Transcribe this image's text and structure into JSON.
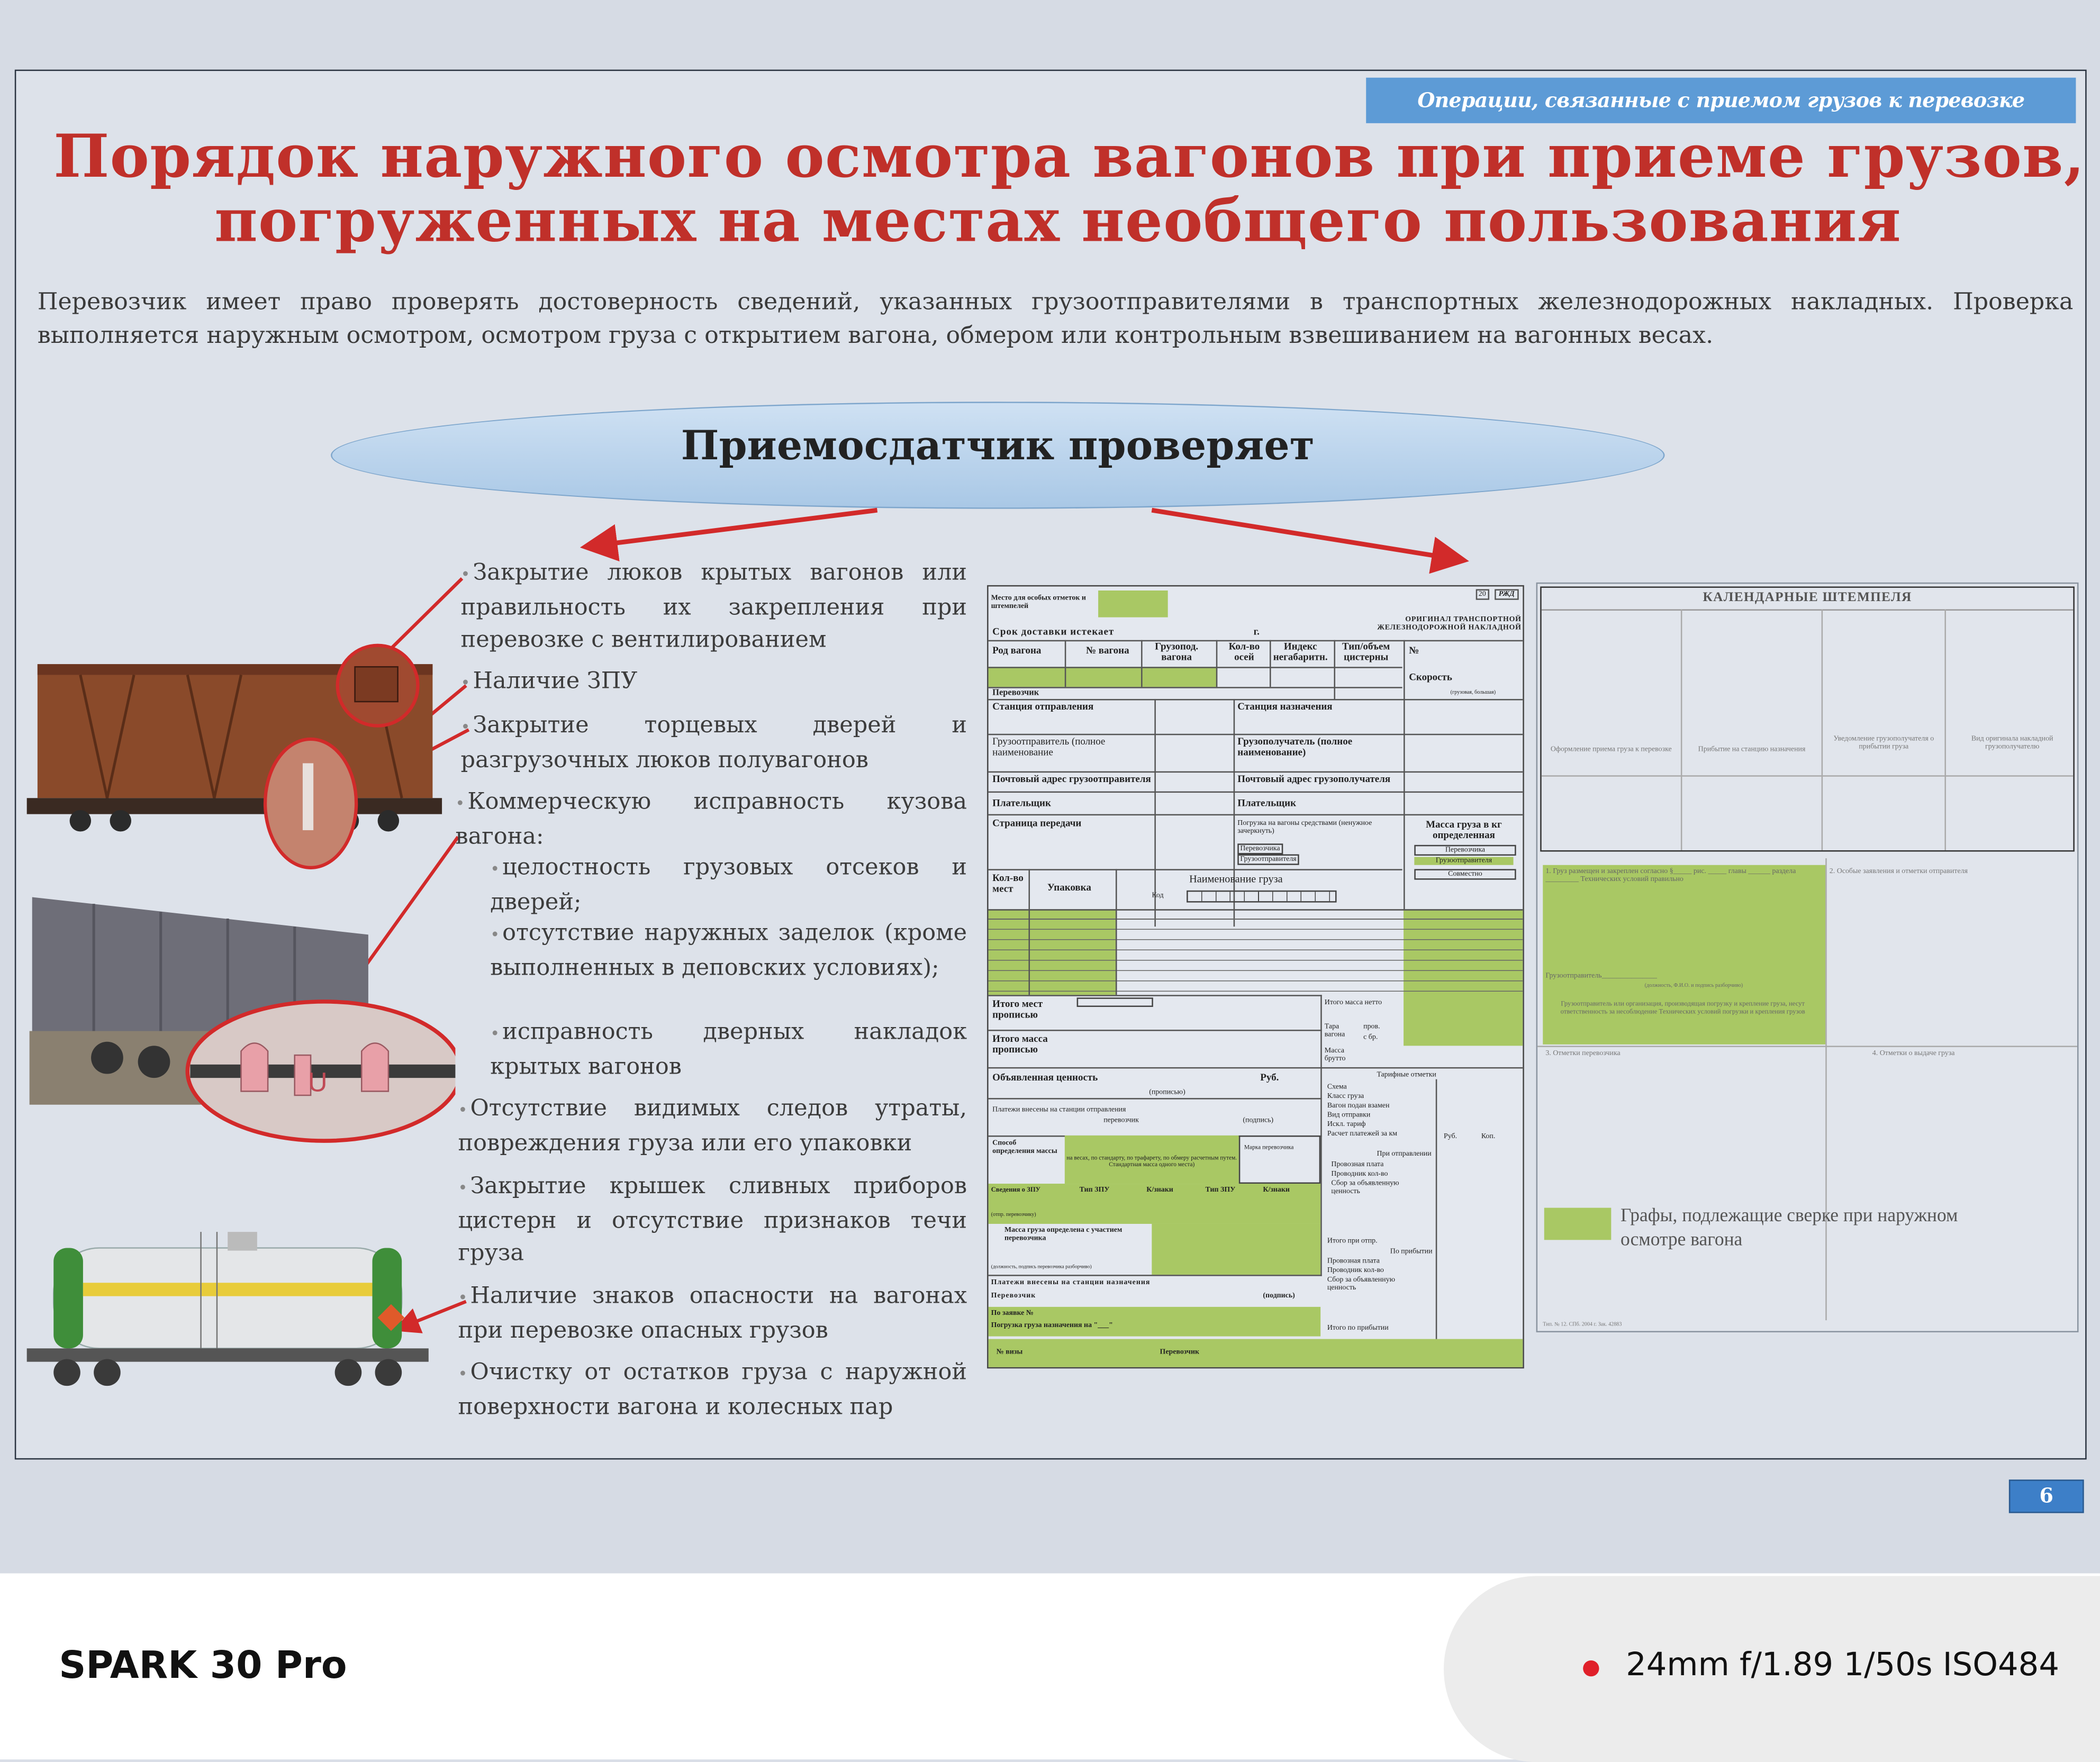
{
  "header_tab": "Операции, связанные с приемом грузов к перевозке",
  "title": [
    "Порядок наружного осмотра вагонов при приеме грузов,",
    "погруженных на местах необщего пользования"
  ],
  "intro": "Перевозчик имеет право проверять достоверность сведений, указанных грузоотправителями в транспортных железнодорожных накладных. Проверка выполняется наружным осмотром, осмотром груза с открытием вагона, обмером или контрольным взвешиванием на вагонных весах.",
  "ellipse_label": "Приемосдатчик проверяет",
  "checklist": [
    "Закрытие люков крытых вагонов или правильность их закрепления при перевозке с вентилированием",
    "Наличие ЗПУ",
    "Закрытие торцевых дверей и разгрузочных люков полувагонов",
    "Коммерческую исправность кузова вагона:",
    "целостность грузовых отсеков и дверей;",
    "отсутствие наружных заделок (кроме выполненных в деповских условиях);",
    "исправность дверных накладок крытых вагонов",
    "Отсутствие видимых следов утраты, повреждения груза или его упаковки",
    "Закрытие крышек сливных приборов цистерн и отсутствие признаков течи груза",
    "Наличие знаков опасности на вагонах при перевозке опасных грузов",
    "Очистку от остатков груза с наружной поверхности вагона и колесных пар"
  ],
  "form": {
    "special_marks": "Место для особых отметок и штемпелей",
    "rzd": "РЖД",
    "num20": "20",
    "original": "ОРИГИНАЛ ТРАНСПОРТНОЙ ЖЕЛЕЗНОДОРОЖНОЙ НАКЛАДНОЙ",
    "delivery": "Срок доставки истекает",
    "year": "г.",
    "cols": [
      "Род вагона",
      "№ вагона",
      "Грузопод. вагона",
      "Кол-во осей",
      "Индекс негабаритн.",
      "Тип/объем цистерны",
      "№"
    ],
    "speed": "Скорость",
    "speed_hint": "(грузовая, большая)",
    "carrier": "Перевозчик",
    "station_from": "Станция отправления",
    "station_to": "Станция назначения",
    "shipper": "Грузоотправитель (полное наименование",
    "consignee": "Грузополучатель (полное наименование)",
    "addr_shipper": "Почтовый адрес грузоотправителя",
    "addr_consignee": "Почтовый адрес грузополучателя",
    "payer": "Плательщик",
    "payer2": "Плательщик",
    "transfer": "Страница передачи",
    "loading": "Погрузка на вагоны средствами (ненужное зачеркнуть)",
    "by_carrier": "Перевозчика",
    "by_shipper": "Грузоотправителя",
    "mass_by": "Масса груза в кг определенная",
    "mass_opts": [
      "Перевозчика",
      "Грузоотправителя",
      "Совместно"
    ],
    "places": "Кол-во мест",
    "packing": "Упаковка",
    "cargo_name": "Наименование груза",
    "code": "Код",
    "total_places": "Итого мест прописью",
    "total_mass": "Итого масса прописью",
    "net": "Итого масса нетто",
    "tare": "Тара вагона",
    "tare_a": "пров.",
    "tare_b": "с бр.",
    "gross": "Масса брутто",
    "declared": "Объявленная ценность",
    "rub": "Руб.",
    "in_words": "(прописью)",
    "paid_from": "Платежи внесены на станции отправления",
    "paid_carrier": "перевозчик",
    "signature": "(подпись)",
    "mass_method": "Способ определения массы",
    "mass_method_opts": "на весах, по стандарту, по трафарету, по обмеру расчетным путем. Стандартная масса одного места)",
    "carrier_mark": "Марка перевозчика",
    "zpu": "Сведения о ЗПУ",
    "zpu_hint": "(отпр. перевозчику)",
    "zpu_type": "Тип ЗПУ",
    "zpu_signs": "К/знаки",
    "mass_with": "Масса груза определена с участием перевозчика",
    "mass_with_hint": "(должность, подпись перевозчика разборчиво)",
    "paid_to": "Платежи внесены на станции назначения",
    "carrier2": "Перевозчик",
    "signature2": "(подпись)",
    "order": "По заявке №",
    "loading_date": "Погрузка груза назначения на \"___\"",
    "visa": "№ визы",
    "carrier3": "Перевозчик",
    "tariff": "Тарифные отметки",
    "tariff_rows": [
      "Схема",
      "Класс груза",
      "Вагон подан взамен",
      "Вид отправки",
      "Искл. тариф",
      "Расчет платежей за км"
    ],
    "rub2": "Руб.",
    "kop": "Коп.",
    "on_departure": "При отправлении",
    "dep_rows": [
      "Провозная плата",
      "Проводник кол-во",
      "Сбор за объявленную ценность"
    ],
    "total_dep": "Итого при отпр.",
    "on_arrival": "По прибытии",
    "arr_rows": [
      "Провозная плата",
      "Проводник кол-во",
      "Сбор за объявленную ценность"
    ],
    "total_arr": "Итого по прибытии"
  },
  "right_panel": {
    "title": "КАЛЕНДАРНЫЕ ШТЕМПЕЛЯ",
    "stamps": [
      "Оформление приема груза к перевозке",
      "Прибытие на станцию назначения",
      "Уведомление грузополучателя о прибытии груза",
      "Вид оригинала накладной грузополучателю"
    ],
    "s1": "1. Груз размещен и закреплен согласно §_____ рис. _____ главы ______ раздела _________ Технических условий правильно",
    "s1_shipper": "Грузоотправитель_______________",
    "s1_hint": "(должность, Ф.И.О. и подпись разборчиво)",
    "s1_note": "Грузоотправитель или организация, производящая погрузку и крепление груза, несут ответственность за несоблюдение Технических условий погрузки и крепления грузов",
    "s2": "2. Особые заявления и отметки отправителя",
    "s3": "3. Отметки перевозчика",
    "s4": "4. Отметки о выдаче груза",
    "legend": "Графы, подлежащие сверке при наружном осмотре вагона",
    "imprint": "Тип. № 12. СПб. 2004 г. Зак. 42883"
  },
  "page_number": "6",
  "camera": {
    "model": "SPARK 30 Pro",
    "settings": "24mm f/1.89 1/50s ISO484"
  },
  "colors": {
    "title": "#c0302a",
    "tab": "#5d9bd6",
    "highlight": "#a9c864",
    "arrow": "#d22a2a"
  }
}
